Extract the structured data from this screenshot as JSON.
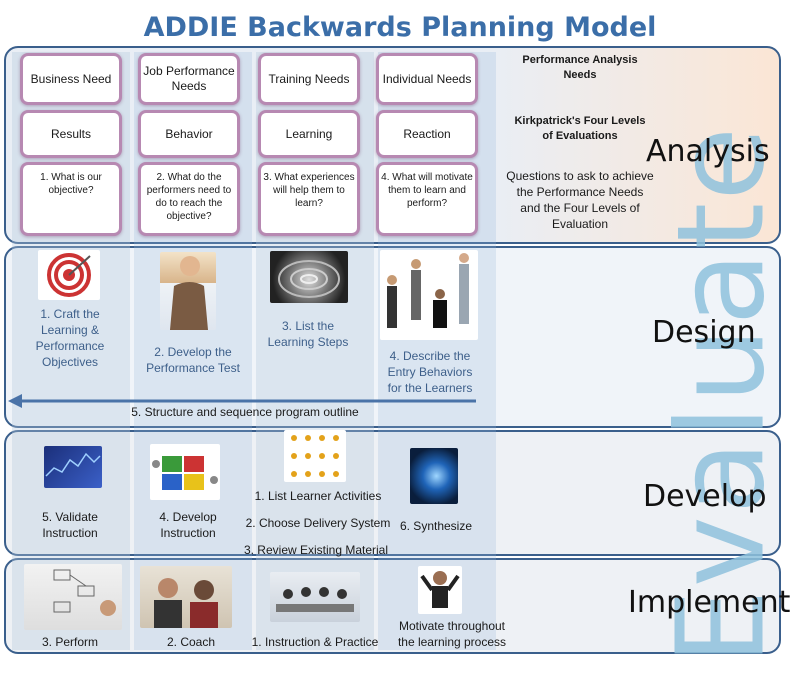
{
  "title": "ADDIE Backwards Planning Model",
  "watermark": "Evaluate",
  "phases": {
    "analysis": "Analysis",
    "design": "Design",
    "develop": "Develop",
    "implement": "Implement"
  },
  "analysis": {
    "row1": [
      "Business Need",
      "Job Performance Needs",
      "Training Needs",
      "Individual Needs"
    ],
    "row2": [
      "Results",
      "Behavior",
      "Learning",
      "Reaction"
    ],
    "row3": [
      "1. What is our objective?",
      "2. What do the performers need to do to reach the objective?",
      "3. What experiences will help them to learn?",
      "4. What will motivate them to learn and perform?"
    ],
    "side_heading1": "Performance Analysis Needs",
    "side_heading2": "Kirkpatrick's Four Levels of Evaluations",
    "side_text": "Questions to ask to achieve the Performance Needs and the Four Levels of Evaluation"
  },
  "design": {
    "steps": [
      "1. Craft the Learning & Performance Objectives",
      "2. Develop the Performance Test",
      "3. List the Learning Steps",
      "4. Describe the Entry Behaviors for the Learners"
    ],
    "arrow_label": "5. Structure and sequence program outline"
  },
  "develop": {
    "validate": "5. Validate Instruction",
    "develop_instr": "4. Develop Instruction",
    "list_activities": "1. List Learner Activities",
    "choose_delivery": "2. Choose Delivery System",
    "review_material": "3. Review Existing Material",
    "synthesize": "6. Synthesize"
  },
  "implement": {
    "perform": "3. Perform",
    "coach": "2. Coach",
    "instruction": "1. Instruction & Practice",
    "motivate": "Motivate throughout the learning process"
  },
  "colors": {
    "title": "#3b6ea8",
    "band_border": "#3a5f8c",
    "cell_border": "#b789b2",
    "arrow": "#4a73a8",
    "watermark": "#8fc2dd"
  }
}
